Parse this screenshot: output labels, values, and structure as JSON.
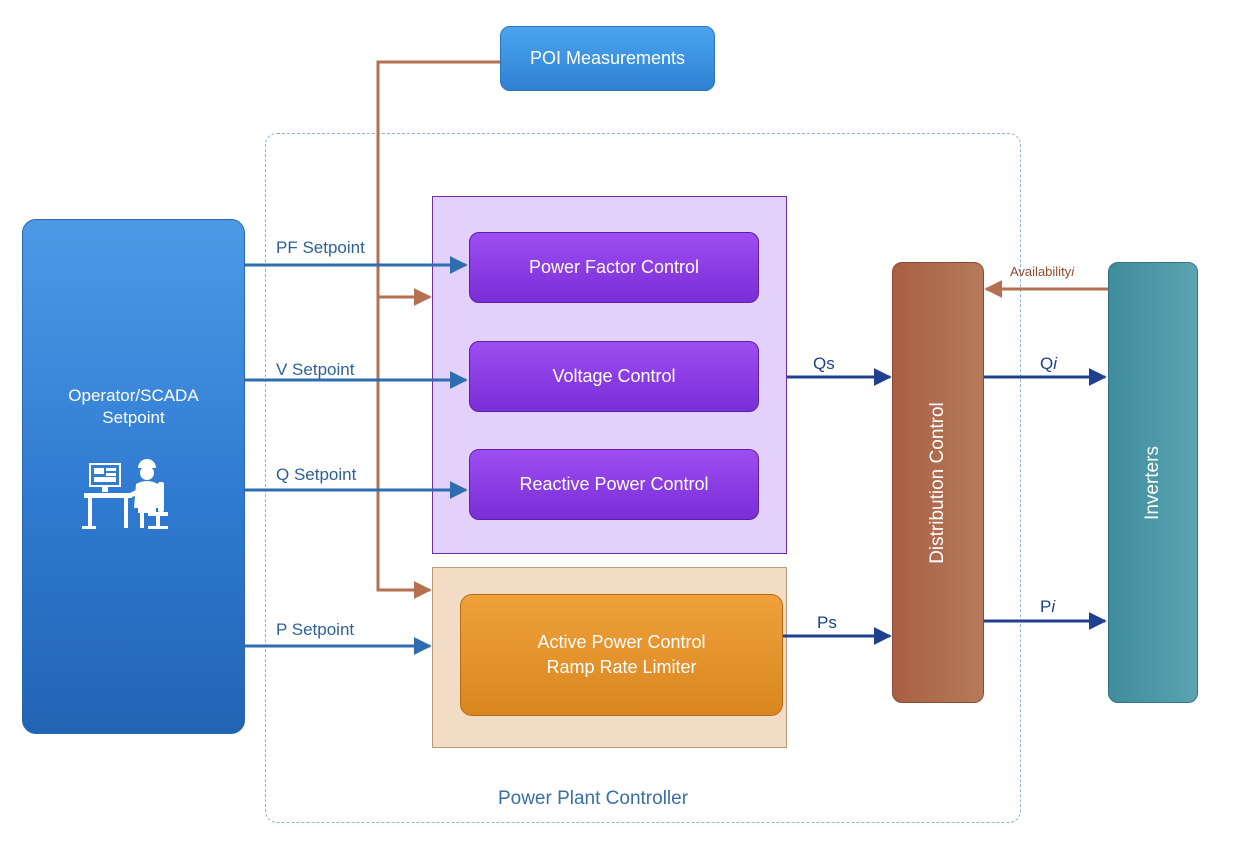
{
  "diagram": {
    "poi_measurements": "POI Measurements",
    "power_plant_controller": "Power Plant Controller",
    "operator": {
      "line1": "Operator/SCADA",
      "line2": "Setpoint",
      "icon": "operator-workstation-icon"
    },
    "setpoints": {
      "pf": "PF Setpoint",
      "v": "V Setpoint",
      "q": "Q Setpoint",
      "p": "P Setpoint"
    },
    "controls": {
      "power_factor": "Power Factor Control",
      "voltage": "Voltage Control",
      "reactive_power": "Reactive Power Control",
      "active_power_line1": "Active Power Control",
      "active_power_line2": "Ramp Rate Limiter"
    },
    "signals": {
      "qs": "Qs",
      "ps": "Ps",
      "qi_base": "Q",
      "pi_base": "P",
      "index": "i",
      "availability_base": "Availability"
    },
    "distribution_control": "Distribution Control",
    "inverters": "Inverters",
    "colors": {
      "setpoint_arrow": "#2e6db0",
      "measurement_line": "#b5704f",
      "output_arrow": "#1f3f8f",
      "reactive_panel": "#e3d0fb",
      "active_panel": "#f2dcc6"
    }
  }
}
